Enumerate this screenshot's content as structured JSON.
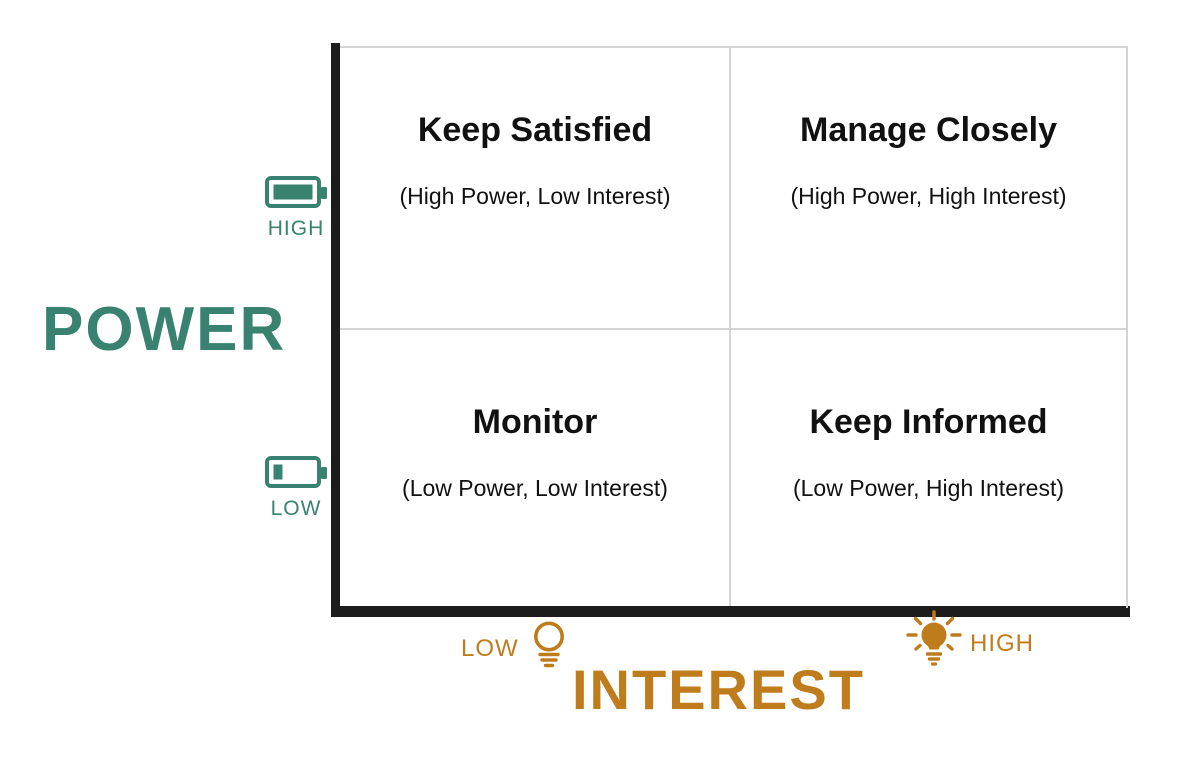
{
  "diagram": {
    "type": "power-interest-matrix",
    "colors": {
      "power_green": "#3A8270",
      "interest_orange": "#BE7C1C",
      "axis_black": "#1C1C1C",
      "grid_gray": "#D4D4D4",
      "text_black": "#111111"
    },
    "power_axis": {
      "label": "POWER",
      "high": {
        "label": "HIGH",
        "icon": "battery-full-icon"
      },
      "low": {
        "label": "LOW",
        "icon": "battery-low-icon"
      }
    },
    "interest_axis": {
      "label": "INTEREST",
      "low": {
        "label": "LOW",
        "icon": "lightbulb-off-icon"
      },
      "high": {
        "label": "HIGH",
        "icon": "lightbulb-on-icon"
      }
    },
    "quadrants": [
      {
        "position": "top-left",
        "title": "Keep Satisfied",
        "subtitle": "(High Power, Low Interest)"
      },
      {
        "position": "top-right",
        "title": "Manage Closely",
        "subtitle": "(High Power, High Interest)"
      },
      {
        "position": "bottom-left",
        "title": "Monitor",
        "subtitle": "(Low Power, Low Interest)"
      },
      {
        "position": "bottom-right",
        "title": "Keep Informed",
        "subtitle": "(Low Power, High Interest)"
      }
    ]
  }
}
